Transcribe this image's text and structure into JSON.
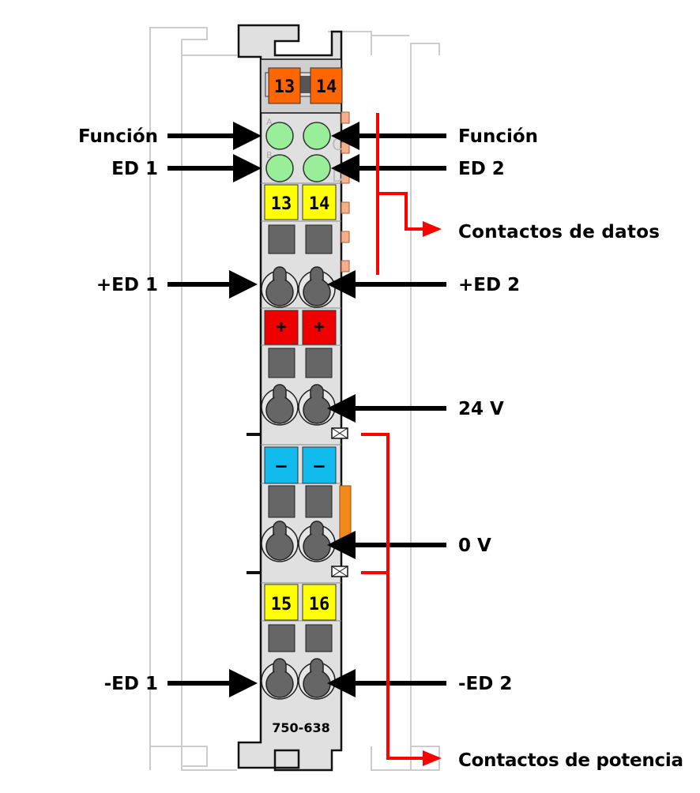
{
  "module": {
    "part_number": "750-638",
    "top_markers": [
      "13",
      "14"
    ],
    "led_letters": [
      "A",
      "B",
      "C",
      "D"
    ],
    "terminal_markers_1": [
      "13",
      "14"
    ],
    "terminal_markers_plus": [
      "+",
      "+"
    ],
    "terminal_markers_minus": [
      "–",
      "–"
    ],
    "terminal_markers_2": [
      "15",
      "16"
    ]
  },
  "labels": {
    "left": [
      "Función",
      "ED 1",
      "+ED 1",
      "-ED 1"
    ],
    "right": [
      "Función",
      "ED 2",
      "+ED 2",
      "24 V",
      "0 V",
      "-ED 2"
    ],
    "data_contacts": "Contactos de datos",
    "power_contacts": "Contactos de potencia"
  },
  "colors": {
    "orange_marker": "#ff6600",
    "led": "#99ee99",
    "yellow_marker": "#ffff00",
    "plus_marker": "#ee0000",
    "minus_marker": "#11bbee",
    "contact_lines": "#ff0000",
    "body": "#e0e0e0"
  }
}
